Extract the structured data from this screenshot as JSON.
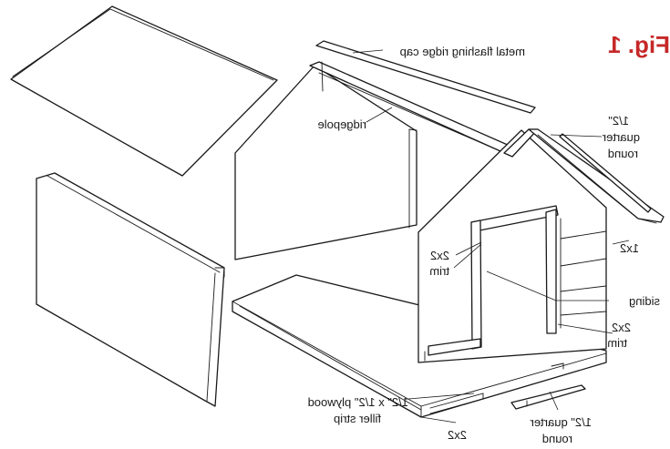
{
  "figure": {
    "title": "Fig. 1",
    "title_color": "#c62828",
    "line_color": "#1a1a1a",
    "mirrored": true
  },
  "labels": {
    "ridge_cap": "metal flashing ridge cap",
    "ridgepole": "ridgepole",
    "quarter_round_top": [
      "1/2\"",
      "quarter",
      "round"
    ],
    "one_by_two": "1x2",
    "trim_left": [
      "2x2",
      "trim"
    ],
    "siding": "siding",
    "trim_right": [
      "2x2",
      "trim"
    ],
    "filler_strip": [
      "1/2\" x 1/2\" plywood",
      "filler strip"
    ],
    "two_by_two": "2x2",
    "quarter_round_bottom": [
      "1/2\" quarter",
      "round"
    ]
  }
}
